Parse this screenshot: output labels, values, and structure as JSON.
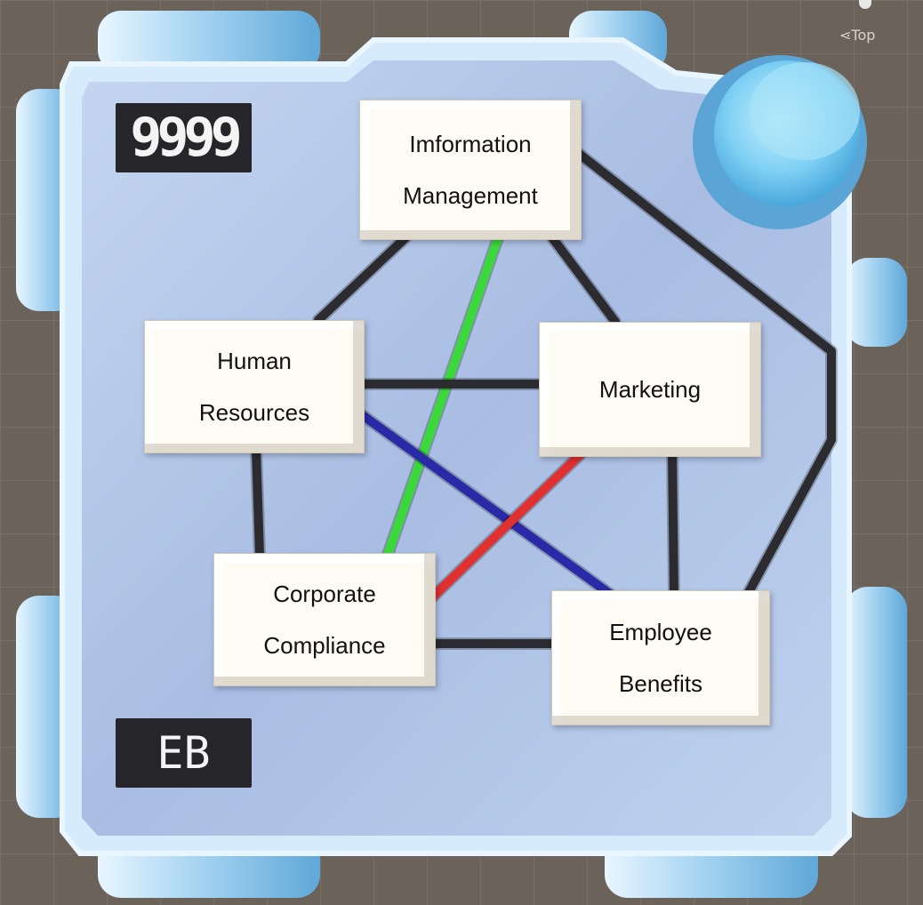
{
  "scene": {
    "counter": "9999",
    "player_code": "EB",
    "view_gizmo_label": "⋖Top"
  },
  "departments": [
    {
      "id": "im",
      "lines": [
        "Imformation",
        "Management"
      ]
    },
    {
      "id": "hr",
      "lines": [
        "Human",
        "Resources"
      ]
    },
    {
      "id": "mk",
      "lines": [
        "Marketing"
      ]
    },
    {
      "id": "cc",
      "lines": [
        "Corporate",
        "Compliance"
      ]
    },
    {
      "id": "eb",
      "lines": [
        "Employee",
        "Benefits"
      ]
    }
  ],
  "connections": [
    {
      "from": "im",
      "to": "hr",
      "color": "#2c2c30"
    },
    {
      "from": "im",
      "to": "mk",
      "color": "#2c2c30"
    },
    {
      "from": "im",
      "to": "eb",
      "color": "#2c2c30"
    },
    {
      "from": "im",
      "to": "cc",
      "color": "#3ad83a"
    },
    {
      "from": "hr",
      "to": "mk",
      "color": "#2c2c30"
    },
    {
      "from": "hr",
      "to": "cc",
      "color": "#2c2c30"
    },
    {
      "from": "hr",
      "to": "eb",
      "color": "#2a2aa8"
    },
    {
      "from": "mk",
      "to": "cc",
      "color": "#e03030"
    },
    {
      "from": "mk",
      "to": "eb",
      "color": "#2c2c30"
    },
    {
      "from": "cc",
      "to": "eb",
      "color": "#2c2c30"
    }
  ],
  "colors": {
    "board": "#a9c2e6",
    "board_rim": "#cde4f8",
    "pegs": "#9fd0f0",
    "line_default": "#2c2c30"
  }
}
